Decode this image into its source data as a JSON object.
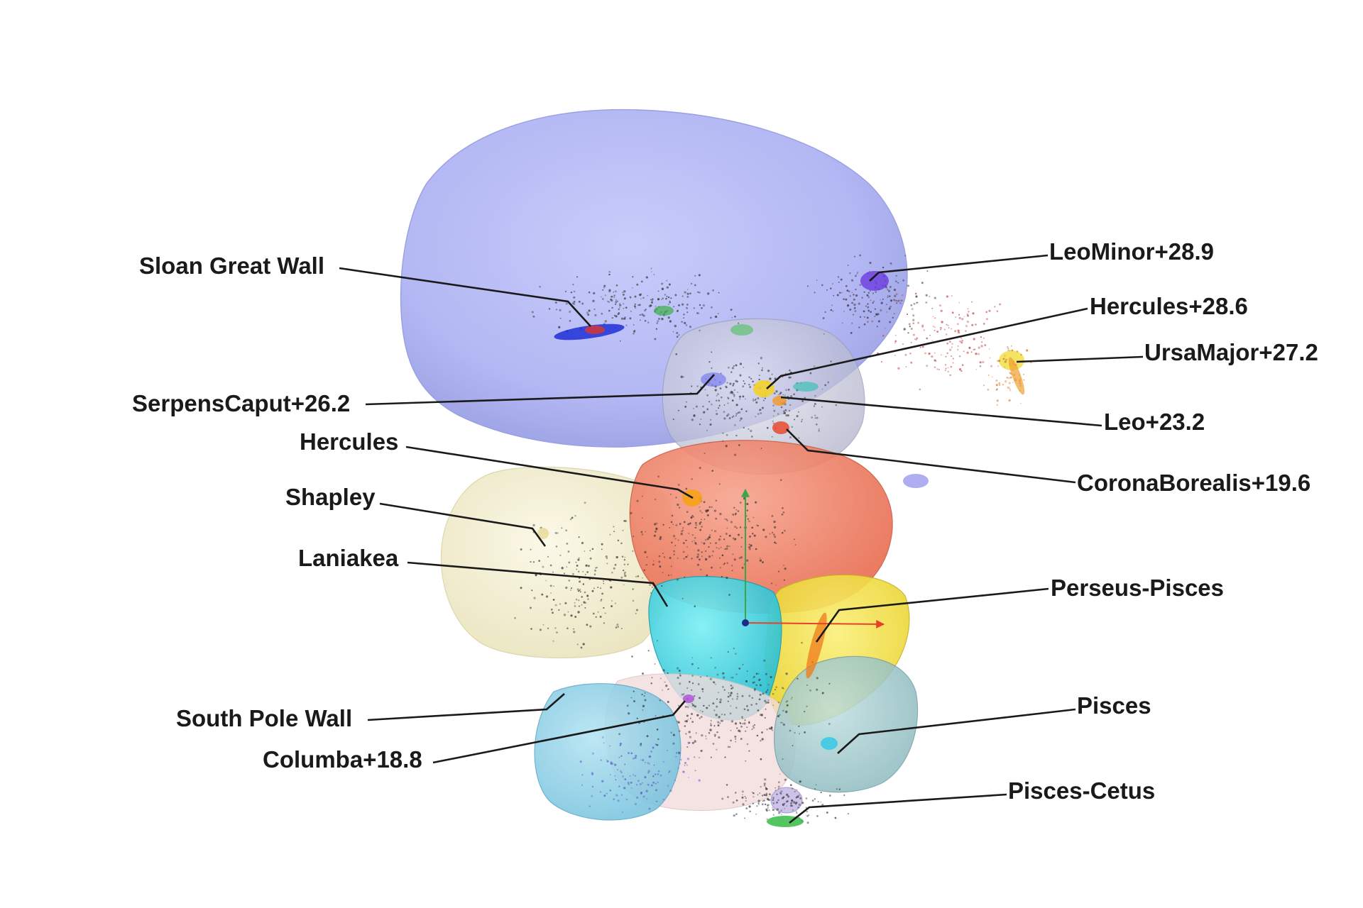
{
  "diagram": {
    "labels": {
      "sloan_great_wall": "Sloan Great Wall",
      "leominor": "LeoMinor+28.9",
      "hercules_286": "Hercules+28.6",
      "ursamajor": "UrsaMajor+27.2",
      "serpenscaput": "SerpensCaput+26.2",
      "leo": "Leo+23.2",
      "hercules": "Hercules",
      "coronaborealis": "CoronaBorealis+19.6",
      "shapley": "Shapley",
      "laniakea": "Laniakea",
      "perseus_pisces": "Perseus-Pisces",
      "south_pole_wall": "South Pole Wall",
      "pisces": "Pisces",
      "columba": "Columba+18.8",
      "pisces_cetus": "Pisces-Cetus"
    },
    "colors": {
      "sloan_basin": "#a6abf2",
      "shapley_basin": "#f1ecc6",
      "hercules_basin": "#f07c62",
      "laniakea_basin": "#3fd6e0",
      "perseus_pisces_basin": "#f4e23c",
      "south_pole_wall_basin": "#86cfe6",
      "pisces_basin": "#9ed0d2",
      "central_gray_basin": "#c9cadb",
      "background": "#ffffff"
    }
  }
}
